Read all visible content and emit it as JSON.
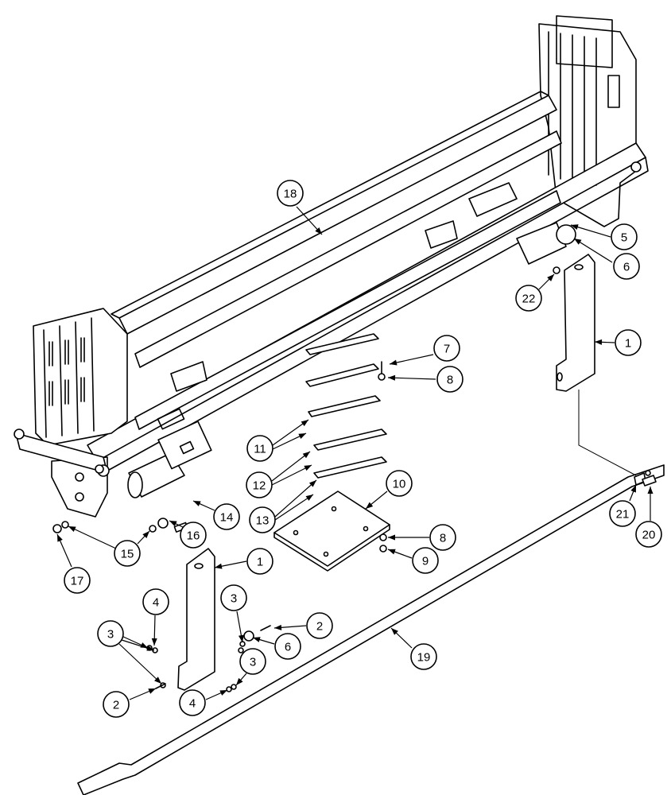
{
  "diagram": {
    "colors": {
      "ink": "#000000",
      "paper": "#ffffff"
    },
    "callouts": [
      {
        "id": "c18",
        "label": "18"
      },
      {
        "id": "c5",
        "label": "5"
      },
      {
        "id": "c6a",
        "label": "6"
      },
      {
        "id": "c22",
        "label": "22"
      },
      {
        "id": "c1a",
        "label": "1"
      },
      {
        "id": "c7",
        "label": "7"
      },
      {
        "id": "c8a",
        "label": "8"
      },
      {
        "id": "c11",
        "label": "11"
      },
      {
        "id": "c12",
        "label": "12"
      },
      {
        "id": "c13",
        "label": "13"
      },
      {
        "id": "c10",
        "label": "10"
      },
      {
        "id": "c8b",
        "label": "8"
      },
      {
        "id": "c9",
        "label": "9"
      },
      {
        "id": "c14",
        "label": "14"
      },
      {
        "id": "c16",
        "label": "16"
      },
      {
        "id": "c15",
        "label": "15"
      },
      {
        "id": "c17",
        "label": "17"
      },
      {
        "id": "c1b",
        "label": "1"
      },
      {
        "id": "c4a",
        "label": "4"
      },
      {
        "id": "c3a",
        "label": "3"
      },
      {
        "id": "c3b",
        "label": "3"
      },
      {
        "id": "c2a",
        "label": "2"
      },
      {
        "id": "c6b",
        "label": "6"
      },
      {
        "id": "c3c",
        "label": "3"
      },
      {
        "id": "c2b",
        "label": "2"
      },
      {
        "id": "c4b",
        "label": "4"
      },
      {
        "id": "c19",
        "label": "19"
      },
      {
        "id": "c21",
        "label": "21"
      },
      {
        "id": "c20",
        "label": "20"
      }
    ]
  }
}
